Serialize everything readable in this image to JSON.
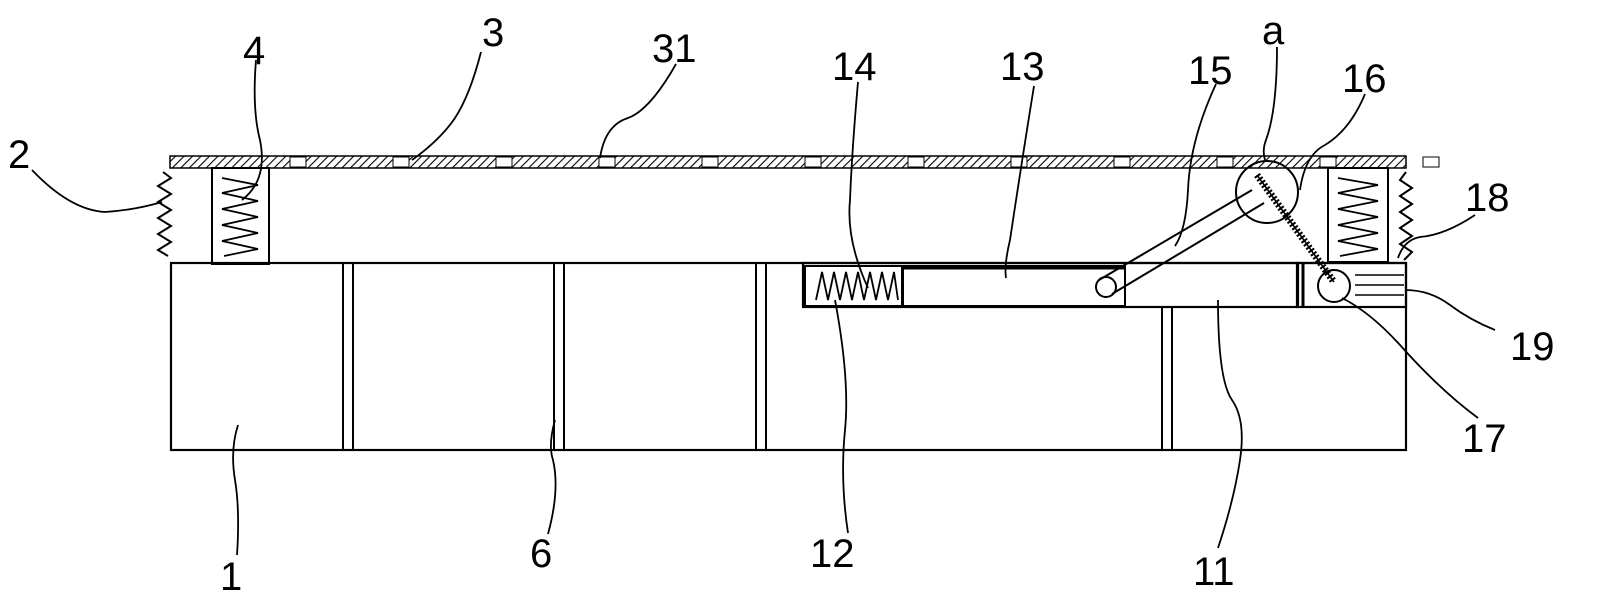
{
  "figure": {
    "labels": {
      "base": "1",
      "side_spring": "2",
      "top_plate": "3",
      "plate_holes": "31",
      "left_spring": "4",
      "partition": "6",
      "groove": "11",
      "spring_seat": "12",
      "slider": "13",
      "slider_spring": "14",
      "link_rod": "15",
      "chain": "16",
      "roller": "17",
      "right_spring": "18",
      "box": "19",
      "detail": "a"
    }
  }
}
